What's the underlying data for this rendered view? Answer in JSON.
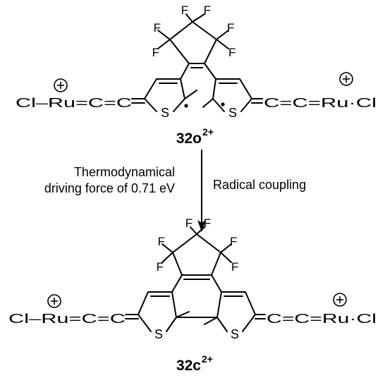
{
  "colors": {
    "ink": "#000000",
    "background": "#ffffff"
  },
  "structures": {
    "open": {
      "label": "32o",
      "charge": "2+",
      "chain_left": "Cl–Ru=C=C",
      "chain_right": "C=C=Ru·Cl",
      "heteroatom": "S",
      "fluorine": "F"
    },
    "closed": {
      "label": "32c",
      "charge": "2+",
      "chain_left": "Cl–Ru=C=C",
      "chain_right": "C=C=Ru·Cl",
      "heteroatom": "S",
      "fluorine": "F"
    }
  },
  "arrow": {
    "left_line1": "Thermodynamical",
    "left_line2": "driving force of 0.71 eV",
    "right_text": "Radical coupling"
  }
}
